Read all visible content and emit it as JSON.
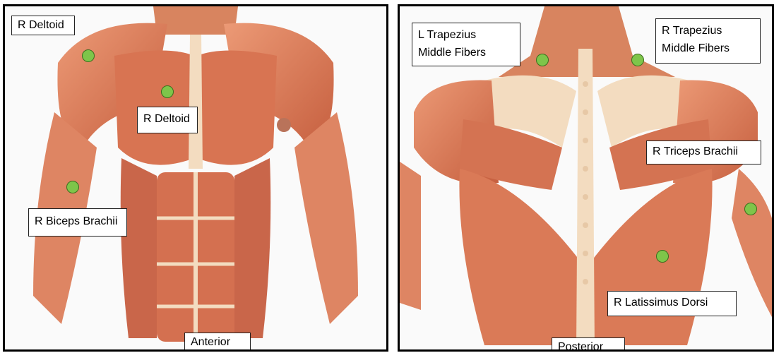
{
  "colors": {
    "muscle": "#d4704e",
    "muscle_light": "#ec9a76",
    "tendon": "#f3dcc0",
    "marker": "#7ec54a"
  },
  "anterior": {
    "view_label": "Anterior",
    "labels": {
      "deltoid_top": "R Deltoid",
      "deltoid_chest": "R Deltoid",
      "biceps": "R Biceps Brachii"
    }
  },
  "posterior": {
    "view_label": "Posterior",
    "labels": {
      "l_trap_1": "L Trapezius",
      "l_trap_2": "Middle Fibers",
      "r_trap_1": "R Trapezius",
      "r_trap_2": "Middle Fibers",
      "triceps": "R Triceps Brachii",
      "lats": "R Latissimus Dorsi"
    }
  },
  "markers": {
    "count": 7,
    "icon": "circle-marker-icon"
  }
}
